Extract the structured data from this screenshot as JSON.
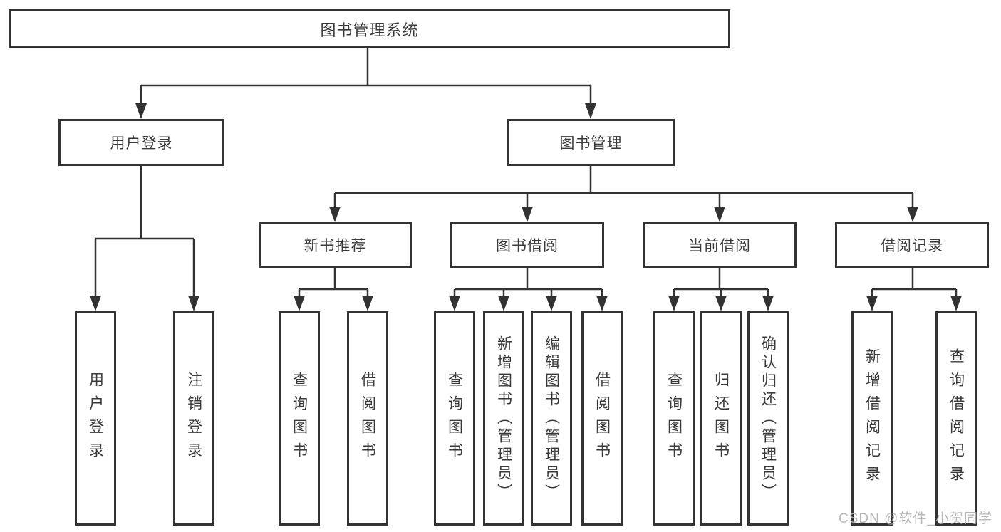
{
  "diagram_type": "hierarchy-tree",
  "colors": {
    "line": "#333333",
    "box_border": "#333333",
    "box_fill": "#ffffff",
    "text": "#3a3a3a",
    "background": "#ffffff",
    "watermark": "#b0b0b0"
  },
  "tree": {
    "label": "图书管理系统",
    "children": [
      {
        "label": "用户登录",
        "children": [
          {
            "label": "用户登录"
          },
          {
            "label": "注销登录"
          }
        ]
      },
      {
        "label": "图书管理",
        "children": [
          {
            "label": "新书推荐",
            "children": [
              {
                "label": "查询图书"
              },
              {
                "label": "借阅图书"
              }
            ]
          },
          {
            "label": "图书借阅",
            "children": [
              {
                "label": "查询图书"
              },
              {
                "label": "新增图书（管理员）"
              },
              {
                "label": "编辑图书（管理员）"
              },
              {
                "label": "借阅图书"
              }
            ]
          },
          {
            "label": "当前借阅",
            "children": [
              {
                "label": "查询图书"
              },
              {
                "label": "归还图书"
              },
              {
                "label": "确认归还（管理员）"
              }
            ]
          },
          {
            "label": "借阅记录",
            "children": [
              {
                "label": "新增借阅记录"
              },
              {
                "label": "查询借阅记录"
              }
            ]
          }
        ]
      }
    ]
  },
  "watermark": {
    "text": "CSDN @软件_小贺同学"
  }
}
